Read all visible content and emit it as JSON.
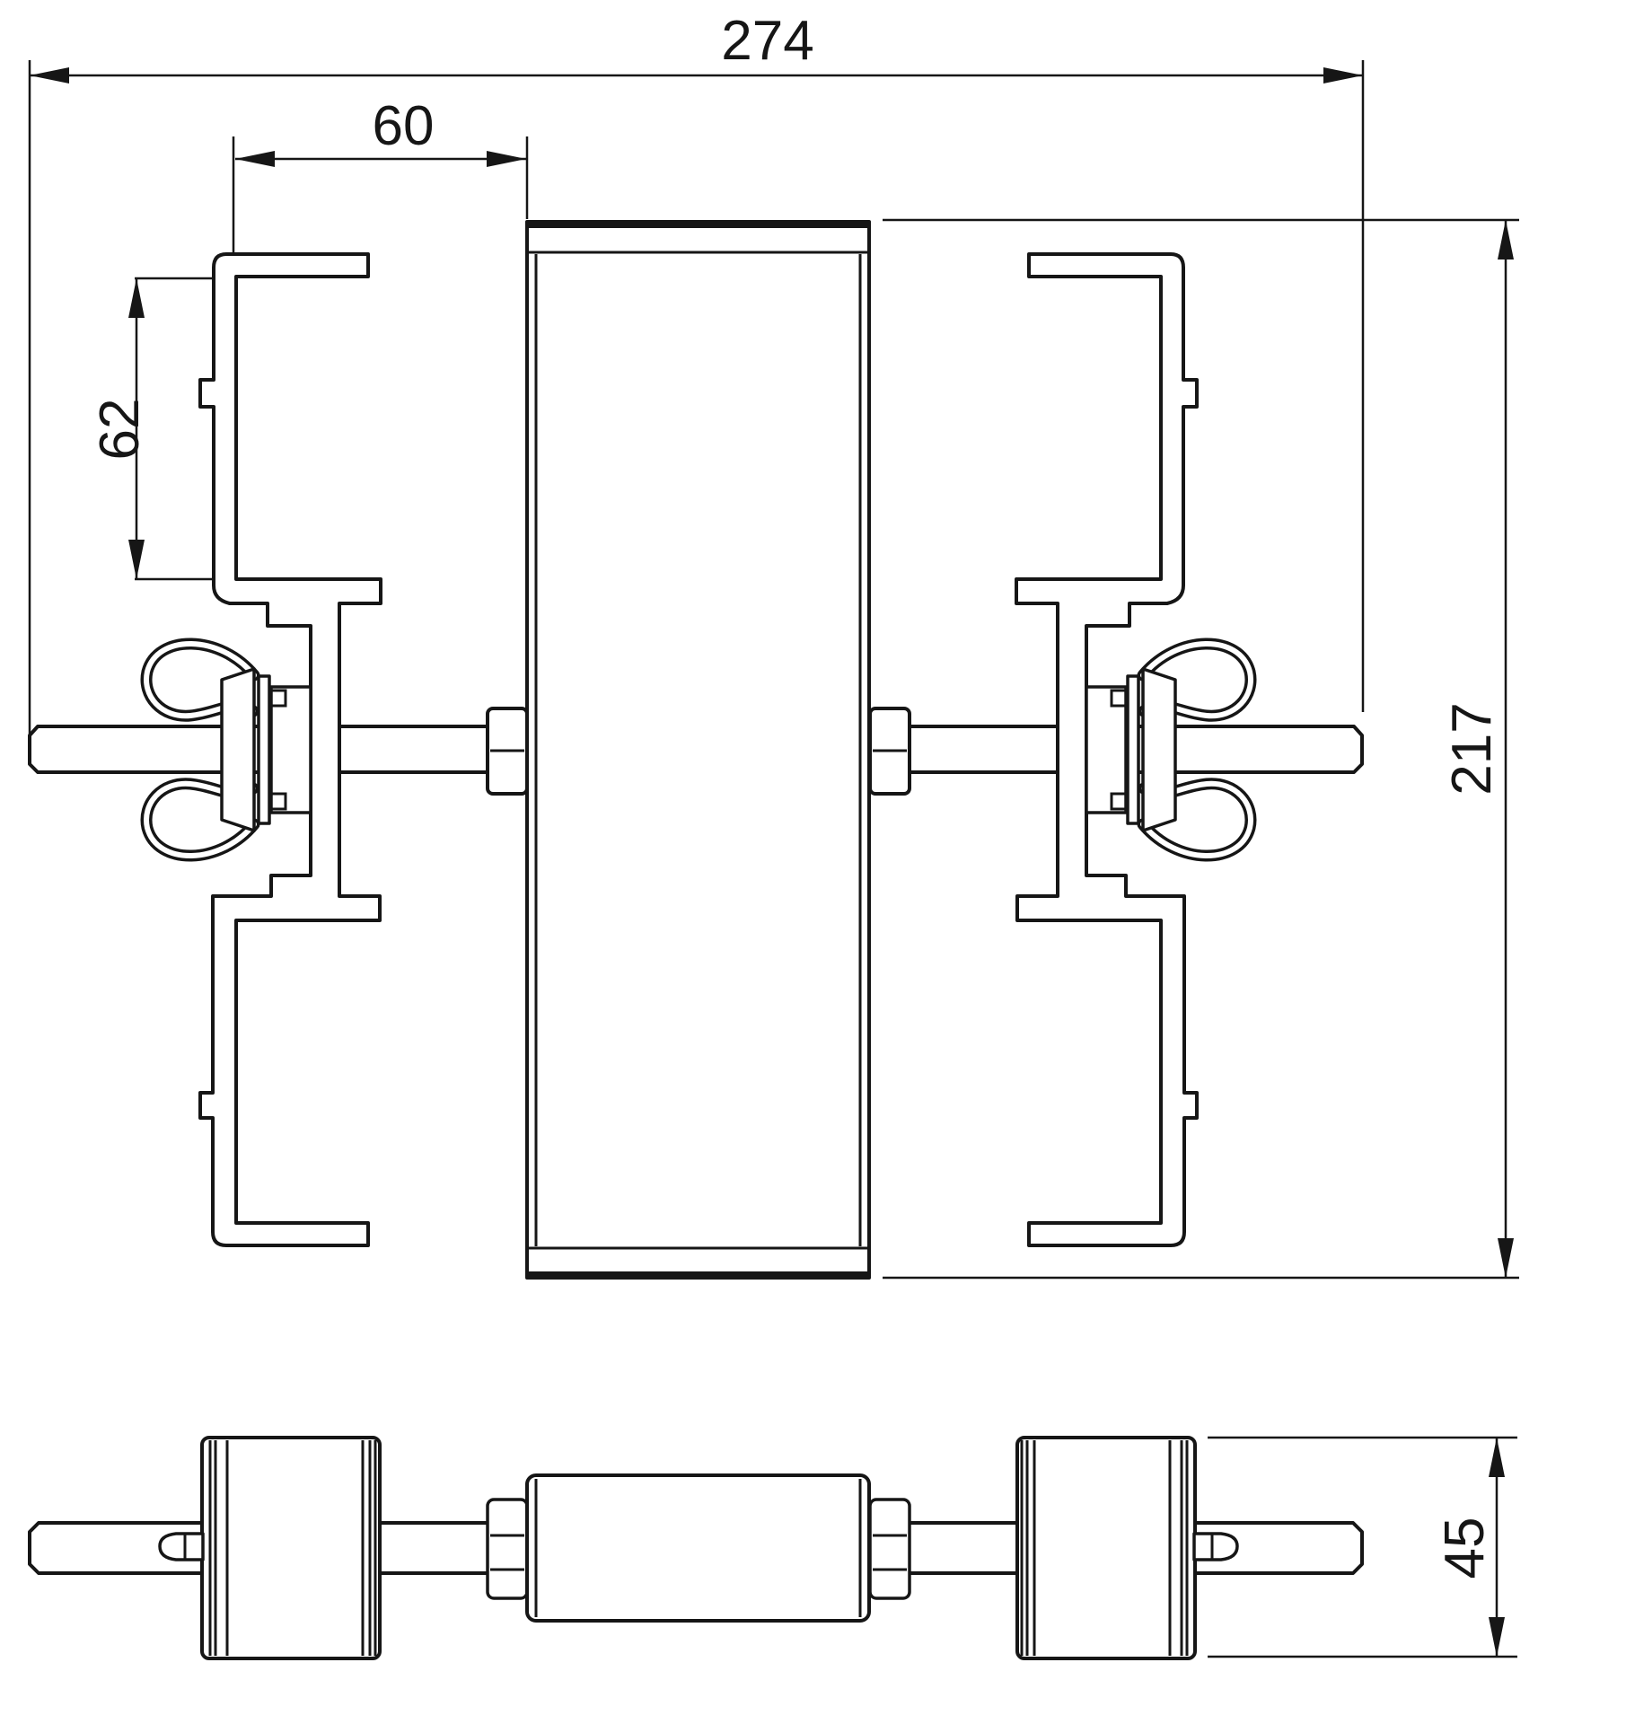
{
  "dims": {
    "overall_width": "274",
    "clamp_to_box": "60",
    "clamp_opening": "62",
    "overall_height": "217",
    "side_block_height": "45"
  },
  "colors": {
    "line": "#161616",
    "background": "#ffffff"
  }
}
